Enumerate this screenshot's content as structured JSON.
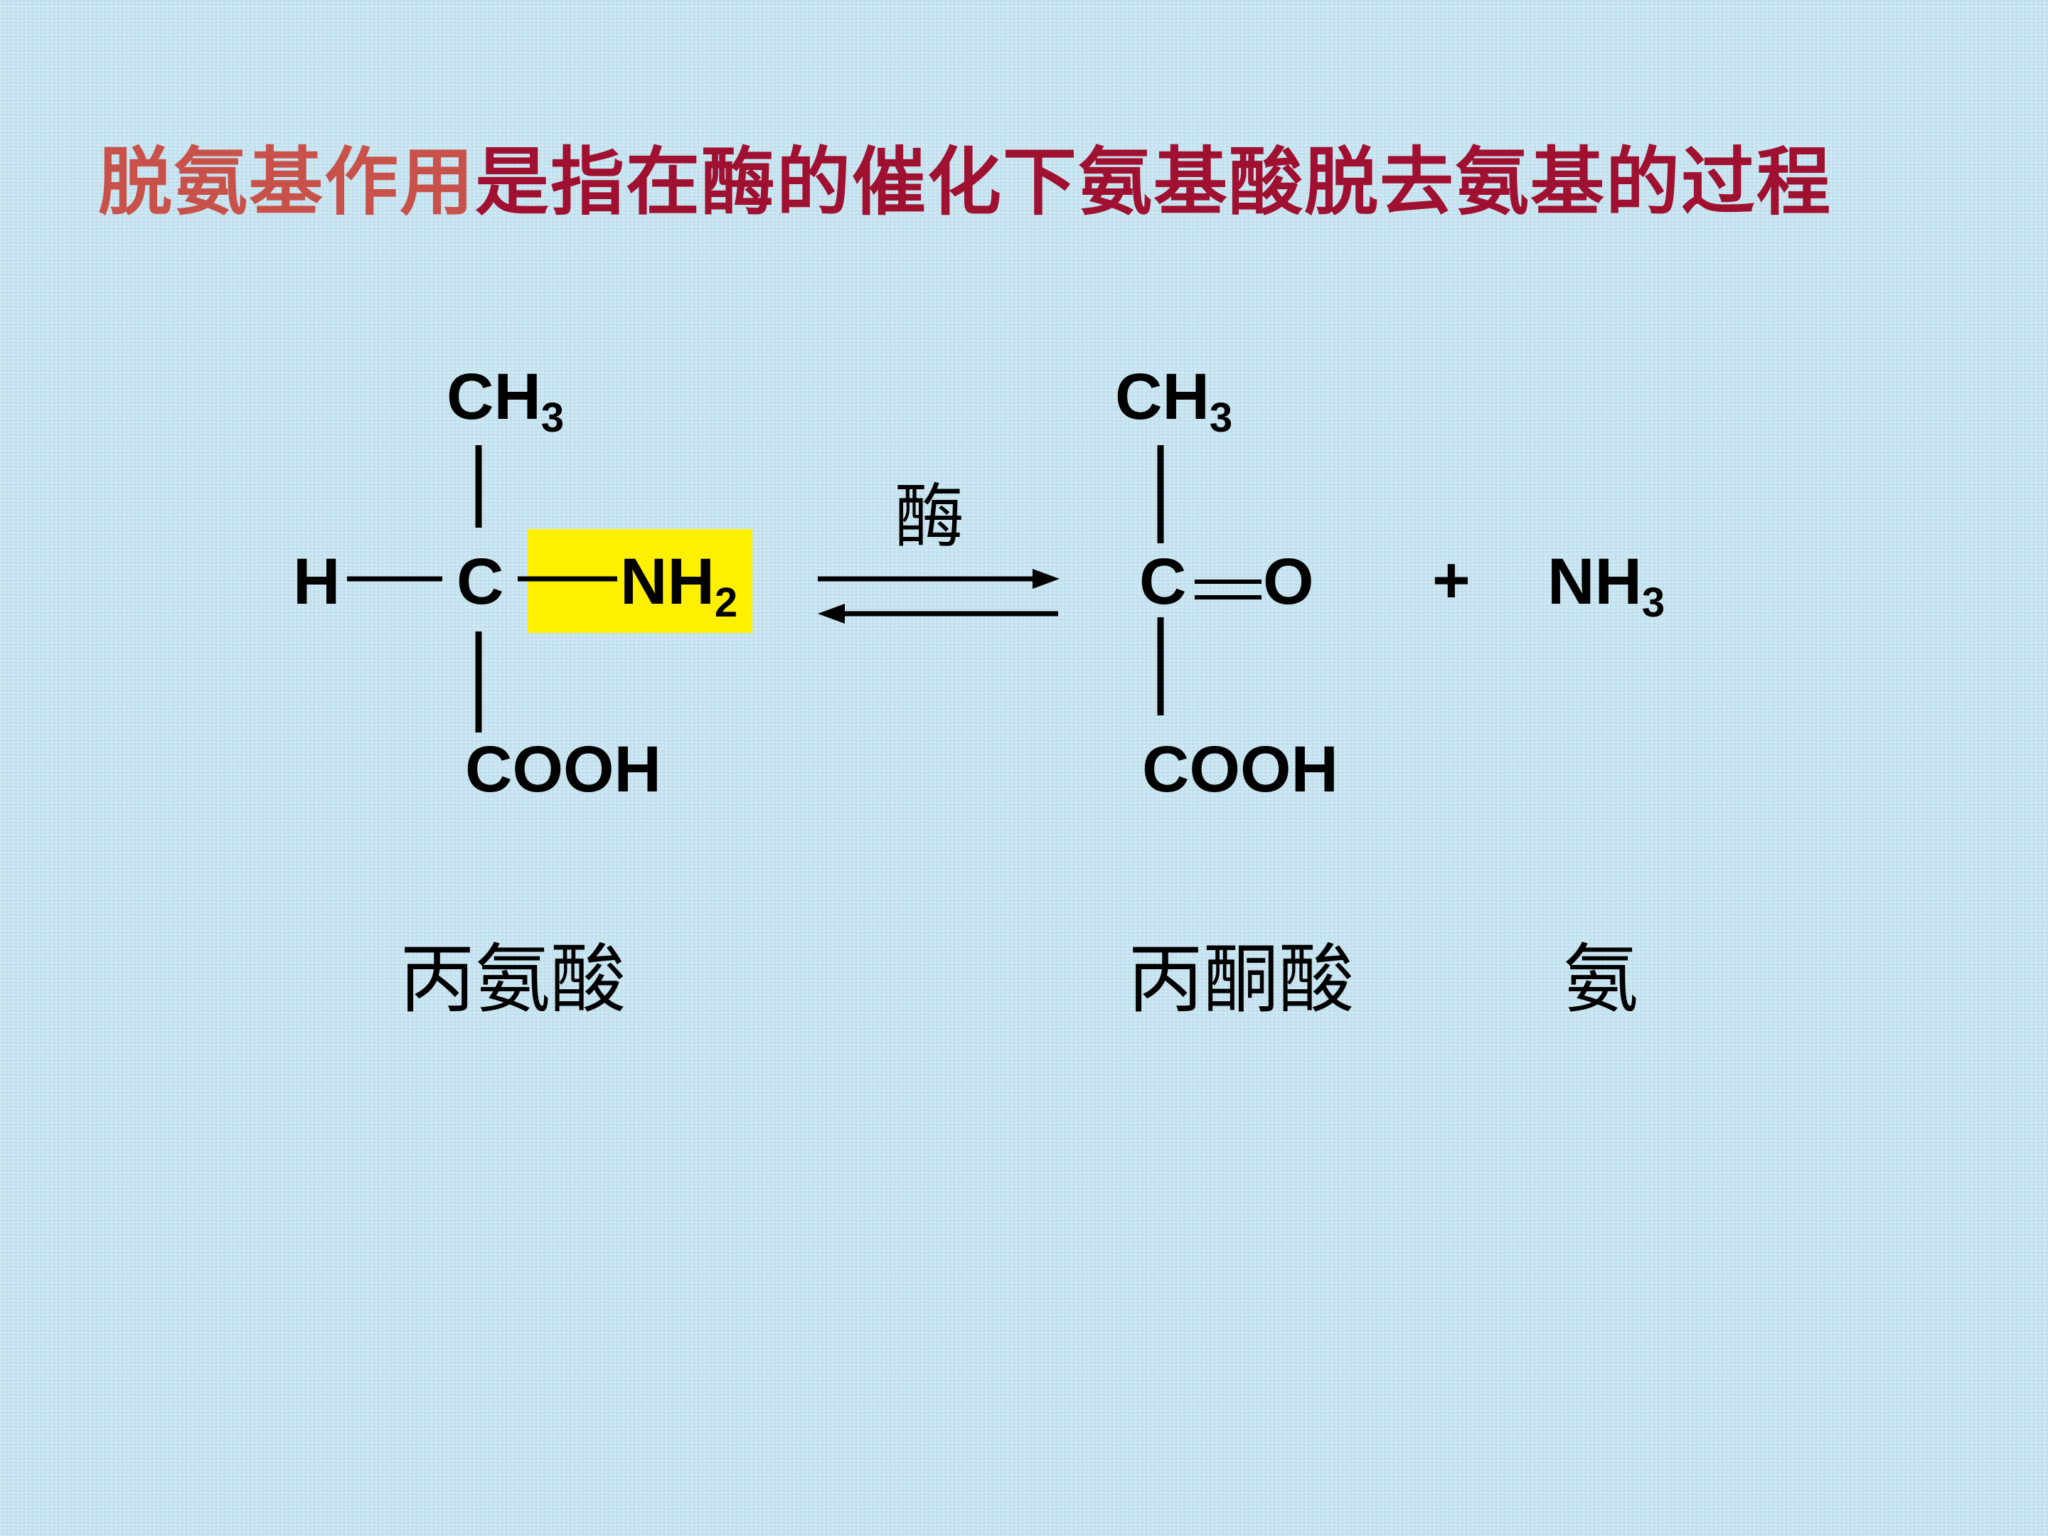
{
  "title": {
    "highlight": "脱氨基作用",
    "rest": "是指在酶的催化下氨基酸脱去氨基的过程",
    "highlight_color": "#c8524a",
    "rest_color": "#a01030"
  },
  "reactant": {
    "top_group": "CH",
    "top_sub": "3",
    "left_atom": "H",
    "center_atom": "C",
    "right_group": "NH",
    "right_sub": "2",
    "bottom_group": "COOH",
    "highlight_color": "#fff000"
  },
  "arrow": {
    "enzyme_label": "酶"
  },
  "product": {
    "top_group": "CH",
    "top_sub": "3",
    "center_atom": "C",
    "right_atom": "O",
    "bottom_group": "COOH"
  },
  "plus": "+",
  "byproduct": {
    "group": "NH",
    "sub": "3"
  },
  "names": {
    "reactant": "丙氨酸",
    "product": "丙酮酸",
    "byproduct": "氨"
  }
}
